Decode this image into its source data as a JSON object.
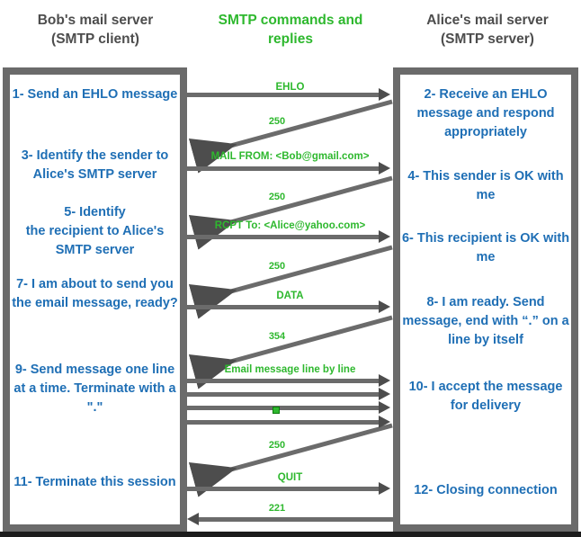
{
  "headers": {
    "left": "Bob's mail server\n(SMTP client)",
    "left_line1": "Bob's mail server",
    "left_line2": "(SMTP client)",
    "middle_line1": "SMTP commands and",
    "middle_line2": "replies",
    "right_line1": "Alice's mail server",
    "right_line2": "(SMTP server)"
  },
  "colors": {
    "green": "#2eb82e",
    "blue": "#1f6fb5",
    "gray_frame": "#6b6b6b",
    "arrow": "#6b6b6b",
    "header_gray": "#4d4d4d"
  },
  "client_steps": [
    {
      "id": "step-1",
      "text": "1- Send an EHLO message"
    },
    {
      "id": "step-3",
      "text": "3- Identify the sender to Alice's SMTP server"
    },
    {
      "id": "step-5",
      "text": "5- Identify\nthe recipient to Alice's SMTP server"
    },
    {
      "id": "step-7",
      "text": "7- I am about to send you the email message, ready?"
    },
    {
      "id": "step-9",
      "text": "9- Send message one line at a time. Terminate with a \".\""
    },
    {
      "id": "step-11",
      "text": "11- Terminate this session"
    }
  ],
  "server_steps": [
    {
      "id": "step-2",
      "text": "2- Receive an EHLO message and respond appropriately"
    },
    {
      "id": "step-4",
      "text": "4- This sender is OK with me"
    },
    {
      "id": "step-6",
      "text": "6- This recipient is OK with me"
    },
    {
      "id": "step-8",
      "text": "8-  I am ready. Send message, end with “.” on a line by itself"
    },
    {
      "id": "step-10",
      "text": "10-  I accept the message for delivery"
    },
    {
      "id": "step-12",
      "text": "12-  Closing connection"
    }
  ],
  "messages": [
    {
      "id": "msg-ehlo",
      "label": "EHLO",
      "direction": "client-to-server"
    },
    {
      "id": "msg-250-a",
      "label": "250",
      "direction": "server-to-client"
    },
    {
      "id": "msg-mail-from",
      "label": "MAIL FROM: <Bob@gmail.com>",
      "direction": "client-to-server"
    },
    {
      "id": "msg-250-b",
      "label": "250",
      "direction": "server-to-client"
    },
    {
      "id": "msg-rcpt-to",
      "label": "RCPT To: <Alice@yahoo.com>",
      "direction": "client-to-server"
    },
    {
      "id": "msg-250-c",
      "label": "250",
      "direction": "server-to-client"
    },
    {
      "id": "msg-data",
      "label": "DATA",
      "direction": "client-to-server"
    },
    {
      "id": "msg-354",
      "label": "354",
      "direction": "server-to-client"
    },
    {
      "id": "msg-email-body",
      "label": "Email message line by line",
      "direction": "client-to-server"
    },
    {
      "id": "msg-body-2",
      "label": "",
      "direction": "client-to-server"
    },
    {
      "id": "msg-body-3",
      "label": "",
      "direction": "client-to-server"
    },
    {
      "id": "msg-dot",
      "label": "",
      "direction": "client-to-server"
    },
    {
      "id": "msg-250-d",
      "label": "250",
      "direction": "server-to-client"
    },
    {
      "id": "msg-quit",
      "label": "QUIT",
      "direction": "client-to-server"
    },
    {
      "id": "msg-221",
      "label": "221",
      "direction": "server-to-client"
    }
  ]
}
